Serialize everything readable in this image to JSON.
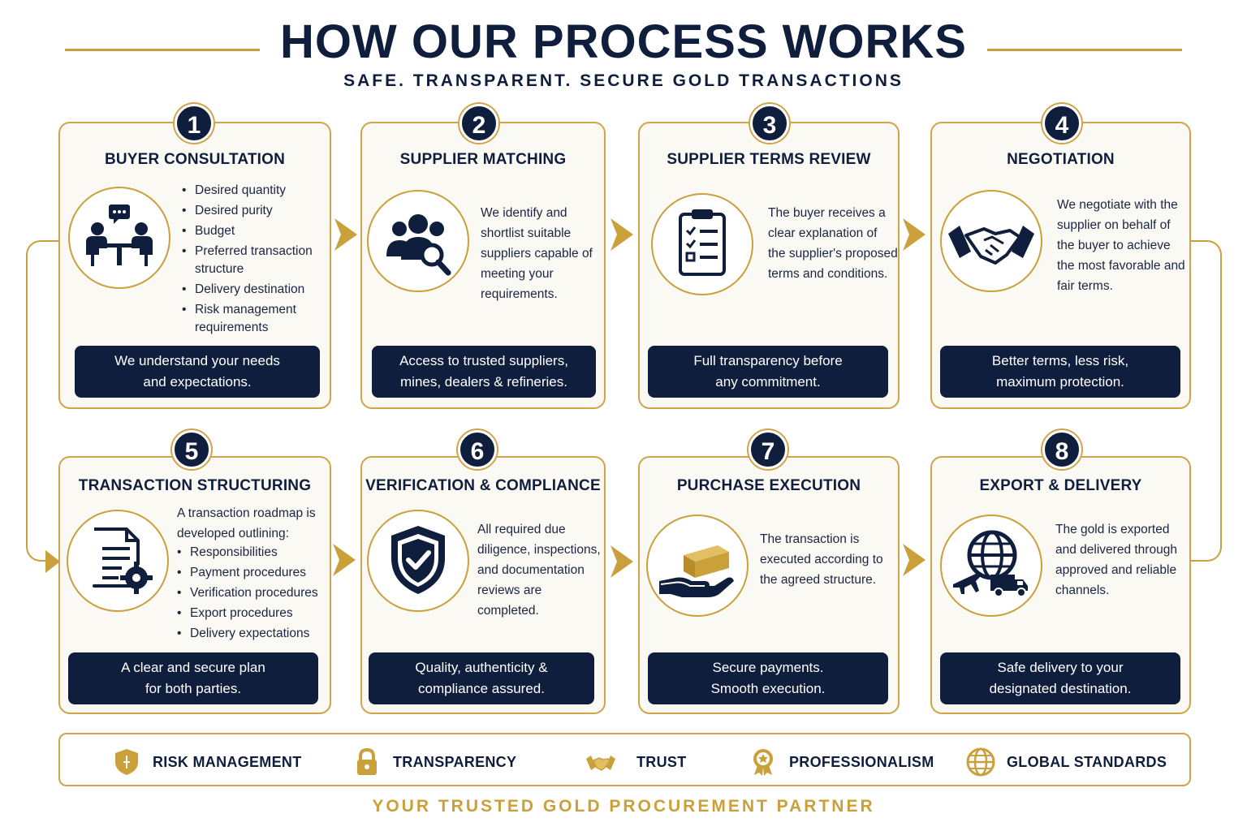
{
  "header": {
    "title": "HOW OUR PROCESS WORKS",
    "subtitle": "SAFE. TRANSPARENT. SECURE GOLD TRANSACTIONS"
  },
  "steps": [
    {
      "number": "1",
      "title": "BUYER CONSULTATION",
      "icon": "consultation-meeting-icon",
      "bullets": [
        "Desired quantity",
        "Desired purity",
        "Budget",
        "Preferred transaction structure",
        "Delivery destination",
        "Risk management requirements"
      ],
      "summary": [
        "We understand your needs",
        "and expectations."
      ]
    },
    {
      "number": "2",
      "title": "SUPPLIER MATCHING",
      "icon": "people-search-icon",
      "description": "We identify and shortlist suitable suppliers capable of meeting your requirements.",
      "summary": [
        "Access to trusted suppliers,",
        "mines, dealers & refineries."
      ]
    },
    {
      "number": "3",
      "title": "SUPPLIER TERMS REVIEW",
      "icon": "clipboard-checklist-icon",
      "description": "The buyer receives a clear explanation of the supplier's proposed terms and conditions.",
      "summary": [
        "Full transparency before",
        "any commitment."
      ]
    },
    {
      "number": "4",
      "title": "NEGOTIATION",
      "icon": "handshake-icon",
      "description": "We negotiate with the supplier on behalf of the buyer to achieve the most favorable and fair terms.",
      "summary": [
        "Better terms, less risk,",
        "maximum protection."
      ]
    },
    {
      "number": "5",
      "title": "TRANSACTION STRUCTURING",
      "icon": "document-gear-icon",
      "intro": "A transaction roadmap is developed outlining:",
      "bullets": [
        "Responsibilities",
        "Payment procedures",
        "Verification procedures",
        "Export procedures",
        "Delivery expectations"
      ],
      "summary": [
        "A clear and secure plan",
        "for both parties."
      ]
    },
    {
      "number": "6",
      "title": "VERIFICATION & COMPLIANCE",
      "icon": "shield-check-icon",
      "description": "All required due diligence, inspections, and documentation reviews are completed.",
      "summary": [
        "Quality, authenticity &",
        "compliance assured."
      ]
    },
    {
      "number": "7",
      "title": "PURCHASE EXECUTION",
      "icon": "hand-gold-bar-icon",
      "description": "The transaction is executed according to the agreed structure.",
      "summary": [
        "Secure payments.",
        "Smooth execution."
      ]
    },
    {
      "number": "8",
      "title": "EXPORT & DELIVERY",
      "icon": "globe-plane-truck-icon",
      "description": "The gold is exported and delivered through approved and reliable channels.",
      "summary": [
        "Safe delivery to your",
        "designated destination."
      ]
    }
  ],
  "values": [
    {
      "label": "RISK MANAGEMENT",
      "icon": "shield-icon"
    },
    {
      "label": "TRANSPARENCY",
      "icon": "padlock-icon"
    },
    {
      "label": "TRUST",
      "icon": "handshake-icon"
    },
    {
      "label": "PROFESSIONALISM",
      "icon": "award-medal-icon"
    },
    {
      "label": "GLOBAL STANDARDS",
      "icon": "globe-icon"
    }
  ],
  "tagline": "YOUR TRUSTED GOLD PROCUREMENT PARTNER",
  "colors": {
    "navy": "#0f1e3d",
    "gold": "#c9a03a",
    "card_bg": "#fbf9f4"
  }
}
